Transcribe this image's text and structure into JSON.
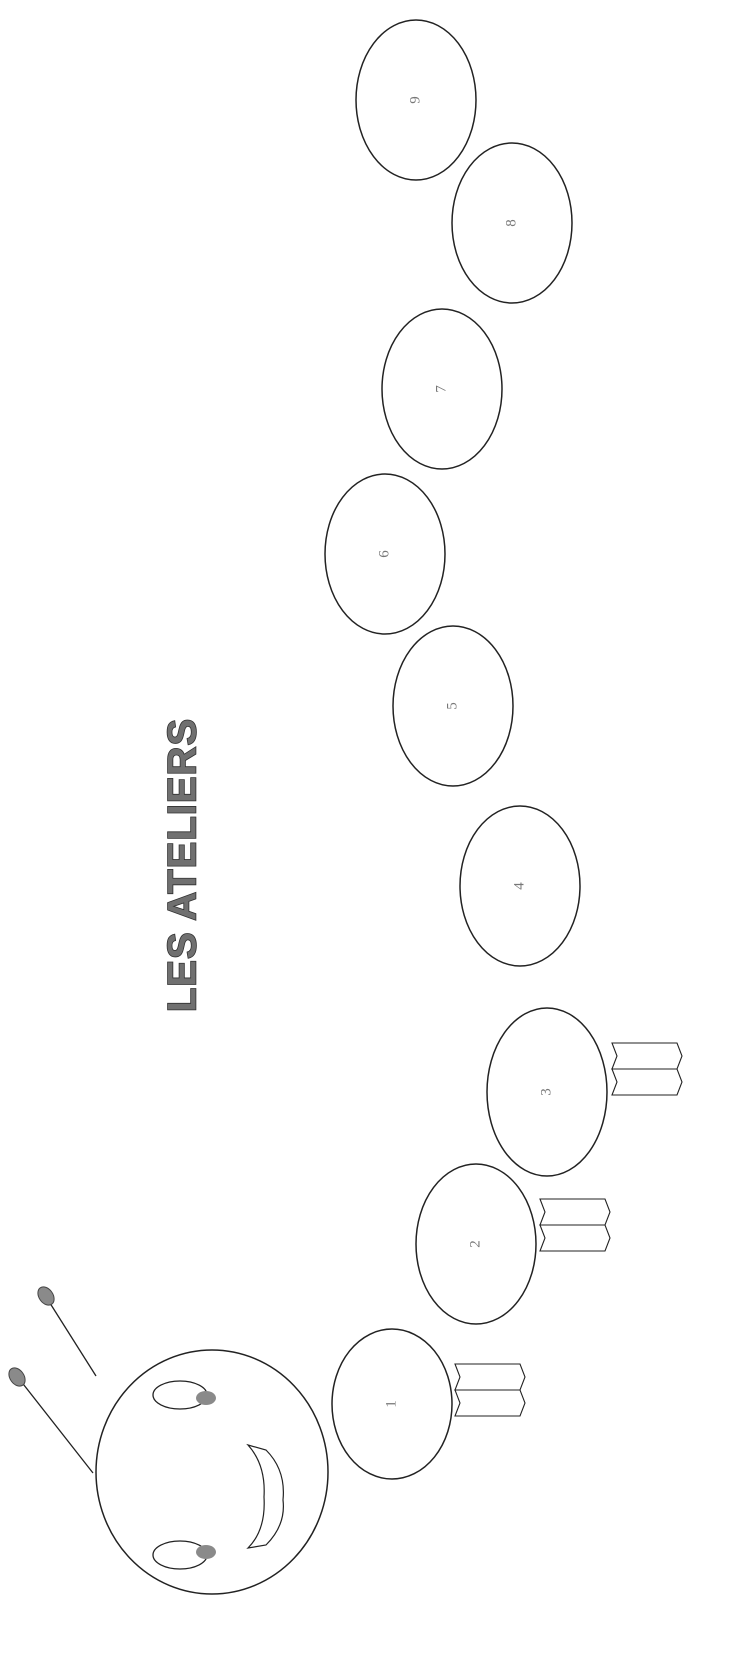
{
  "title": "LES ATELIERS",
  "segments": [
    "1",
    "2",
    "3",
    "4",
    "5",
    "6",
    "7",
    "8",
    "9"
  ]
}
